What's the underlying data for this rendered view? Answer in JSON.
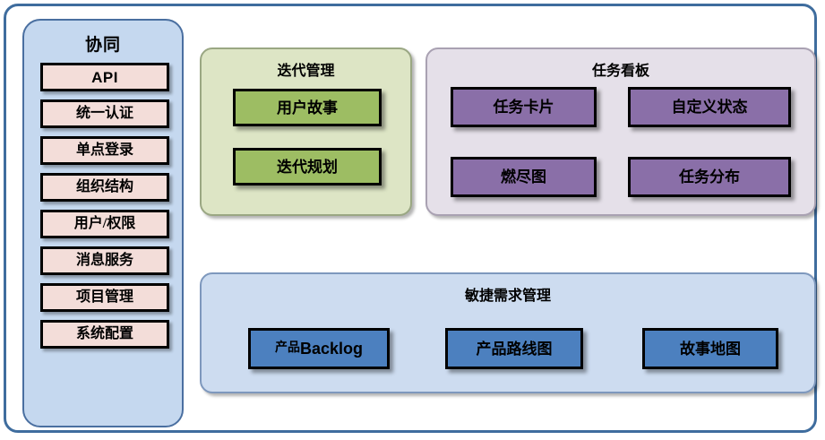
{
  "diagram": {
    "title_visible": false,
    "colors": {
      "frame_border": "#3f6d9e",
      "platform_fill": "#c5d8ef",
      "platform_border": "#4a6fa0",
      "platform_item_fill": "#f3ddd9",
      "iteration_fill": "#dde5c5",
      "iteration_border": "#9aa783",
      "iteration_box_fill": "#9dbd63",
      "taskboard_fill": "#e5e0e9",
      "taskboard_border": "#a9a1b2",
      "taskboard_box_fill": "#8a6fa8",
      "agile_fill": "#cddcf0",
      "agile_border": "#7e98bd",
      "agile_box_fill": "#4c80bf",
      "box_border": "#000000"
    }
  },
  "platform": {
    "title": "协同",
    "items": [
      {
        "label": "API",
        "script": "latin"
      },
      {
        "label": "统一认证",
        "script": "cjk"
      },
      {
        "label": "单点登录",
        "script": "cjk"
      },
      {
        "label": "组织结构",
        "script": "cjk"
      },
      {
        "label": "用户/权限",
        "script": "cjk"
      },
      {
        "label": "消息服务",
        "script": "cjk"
      },
      {
        "label": "项目管理",
        "script": "cjk"
      },
      {
        "label": "系统配置",
        "script": "cjk"
      }
    ]
  },
  "modules": {
    "iteration": {
      "title": "迭代管理",
      "boxes": [
        {
          "label": "用户故事"
        },
        {
          "label": "迭代规划"
        }
      ]
    },
    "taskboard": {
      "title": "任务看板",
      "boxes": [
        {
          "label": "任务卡片"
        },
        {
          "label": "自定义状态"
        },
        {
          "label": "燃尽图"
        },
        {
          "label": "任务分布"
        }
      ]
    },
    "agile": {
      "title": "敏捷需求管理",
      "boxes": [
        {
          "label_cjk": "产品",
          "label_latin": "Backlog",
          "label": "产品Backlog",
          "mixed": true
        },
        {
          "label": "产品路线图",
          "mixed": false
        },
        {
          "label": "故事地图",
          "mixed": false
        }
      ]
    }
  }
}
